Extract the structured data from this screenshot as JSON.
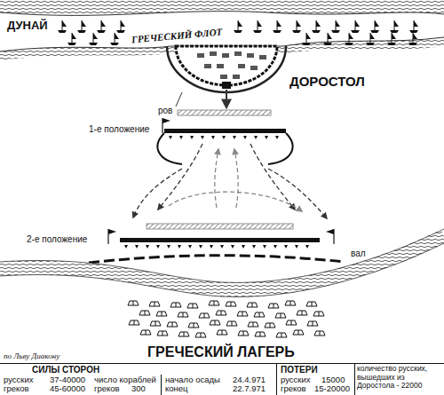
{
  "diagram": {
    "labels": [
      "ДУНАЙ",
      "ГРЕЧЕСКИЙ ФЛОТ",
      "ров",
      "ДОРОСТОЛ",
      "1-е положение",
      "2-е положение",
      "вал",
      "ГРЕЧЕСКИЙ ЛАГЕРЬ",
      "по Льву Диакону",
      "СИЛЫ СТОРОН",
      "ПОТЕРИ",
      "количество русских, вышедших из Доростола - 22000",
      "русских",
      "37-40000",
      "число кораблей",
      "начало осады",
      "24.4.971",
      "русских",
      "15000",
      "греков",
      "45-60000",
      "греков",
      "300",
      "конец",
      "22.7.971",
      "греков",
      "15-20000"
    ]
  }
}
